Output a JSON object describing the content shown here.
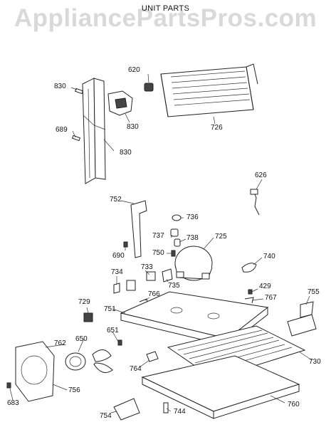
{
  "watermark": "AppliancePartsPros.com",
  "title": "UNIT PARTS",
  "parts": [
    {
      "number": "830"
    },
    {
      "number": "689"
    },
    {
      "number": "830"
    },
    {
      "number": "830"
    },
    {
      "number": "620"
    },
    {
      "number": "726"
    },
    {
      "number": "626"
    },
    {
      "number": "752"
    },
    {
      "number": "736"
    },
    {
      "number": "737"
    },
    {
      "number": "738"
    },
    {
      "number": "725"
    },
    {
      "number": "750"
    },
    {
      "number": "690"
    },
    {
      "number": "740"
    },
    {
      "number": "734"
    },
    {
      "number": "733"
    },
    {
      "number": "735"
    },
    {
      "number": "429"
    },
    {
      "number": "755"
    },
    {
      "number": "766"
    },
    {
      "number": "767"
    },
    {
      "number": "729"
    },
    {
      "number": "751"
    },
    {
      "number": "651"
    },
    {
      "number": "650"
    },
    {
      "number": "762"
    },
    {
      "number": "730"
    },
    {
      "number": "764"
    },
    {
      "number": "756"
    },
    {
      "number": "683"
    },
    {
      "number": "754"
    },
    {
      "number": "744"
    },
    {
      "number": "760"
    }
  ]
}
